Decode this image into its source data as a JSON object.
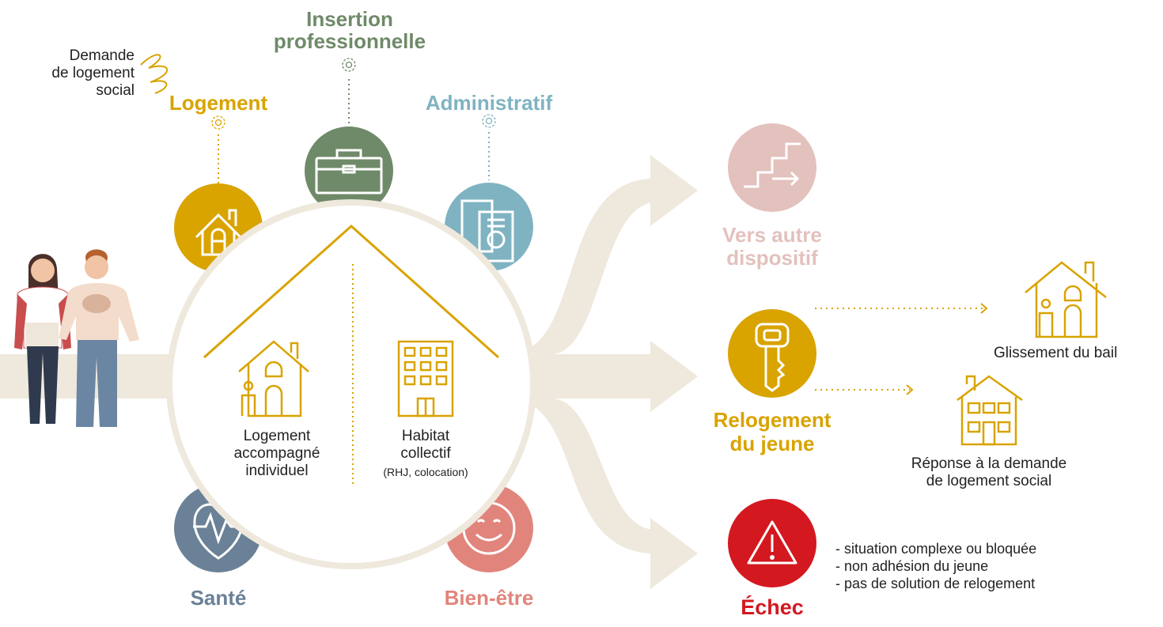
{
  "sources": {
    "demande_logement_social": "Demande\nde logement\nsocial"
  },
  "pillars": {
    "logement": {
      "label": "Logement",
      "color": "#D9A300"
    },
    "insertion": {
      "label": "Insertion\nprofessionnelle",
      "color": "#6F8A68"
    },
    "administratif": {
      "label": "Administratif",
      "color": "#7FB3C2"
    },
    "sante": {
      "label": "Santé",
      "color": "#6A8197"
    },
    "bien_etre": {
      "label": "Bien-être",
      "color": "#E1857C"
    }
  },
  "housing": {
    "individuel": "Logement\naccompagné\nindividuel",
    "collectif": "Habitat\ncollectif",
    "collectif_note": "(RHJ, colocation)"
  },
  "outcomes": {
    "autre": {
      "label": "Vers autre\ndispositif",
      "color": "#E3C1BD"
    },
    "relogement": {
      "label": "Relogement\ndu jeune",
      "color": "#D9A300"
    },
    "echec": {
      "label": "Échec",
      "color": "#D41820"
    }
  },
  "relogement_options": {
    "bail": "Glissement du bail",
    "reponse": "Réponse à la demande\nde logement social"
  },
  "echec_reasons": [
    "- situation complexe ou bloquée",
    "- non adhésion du jeune",
    "- pas de solution de relogement"
  ]
}
